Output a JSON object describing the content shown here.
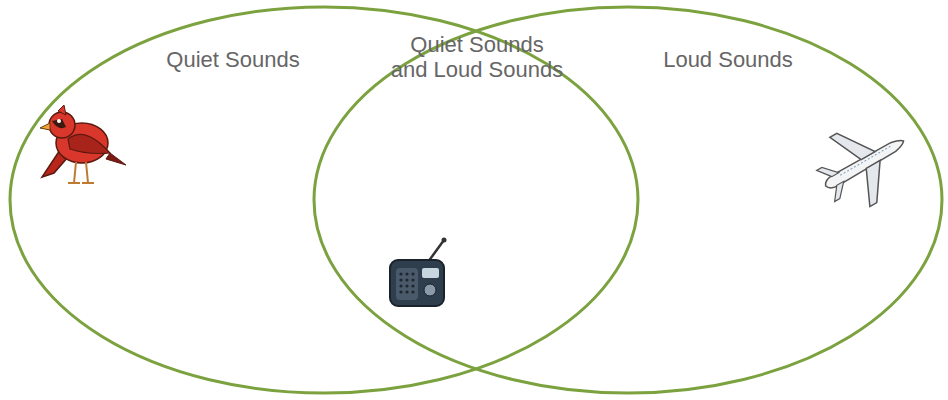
{
  "diagram": {
    "nodes": [
      {
        "text": [
          "Quiet Sounds"
        ]
      },
      {
        "text": [
          "Loud Sounds"
        ]
      }
    ],
    "labels": [
      "Quiet Sounds and Loud Sounds"
    ]
  }
}
